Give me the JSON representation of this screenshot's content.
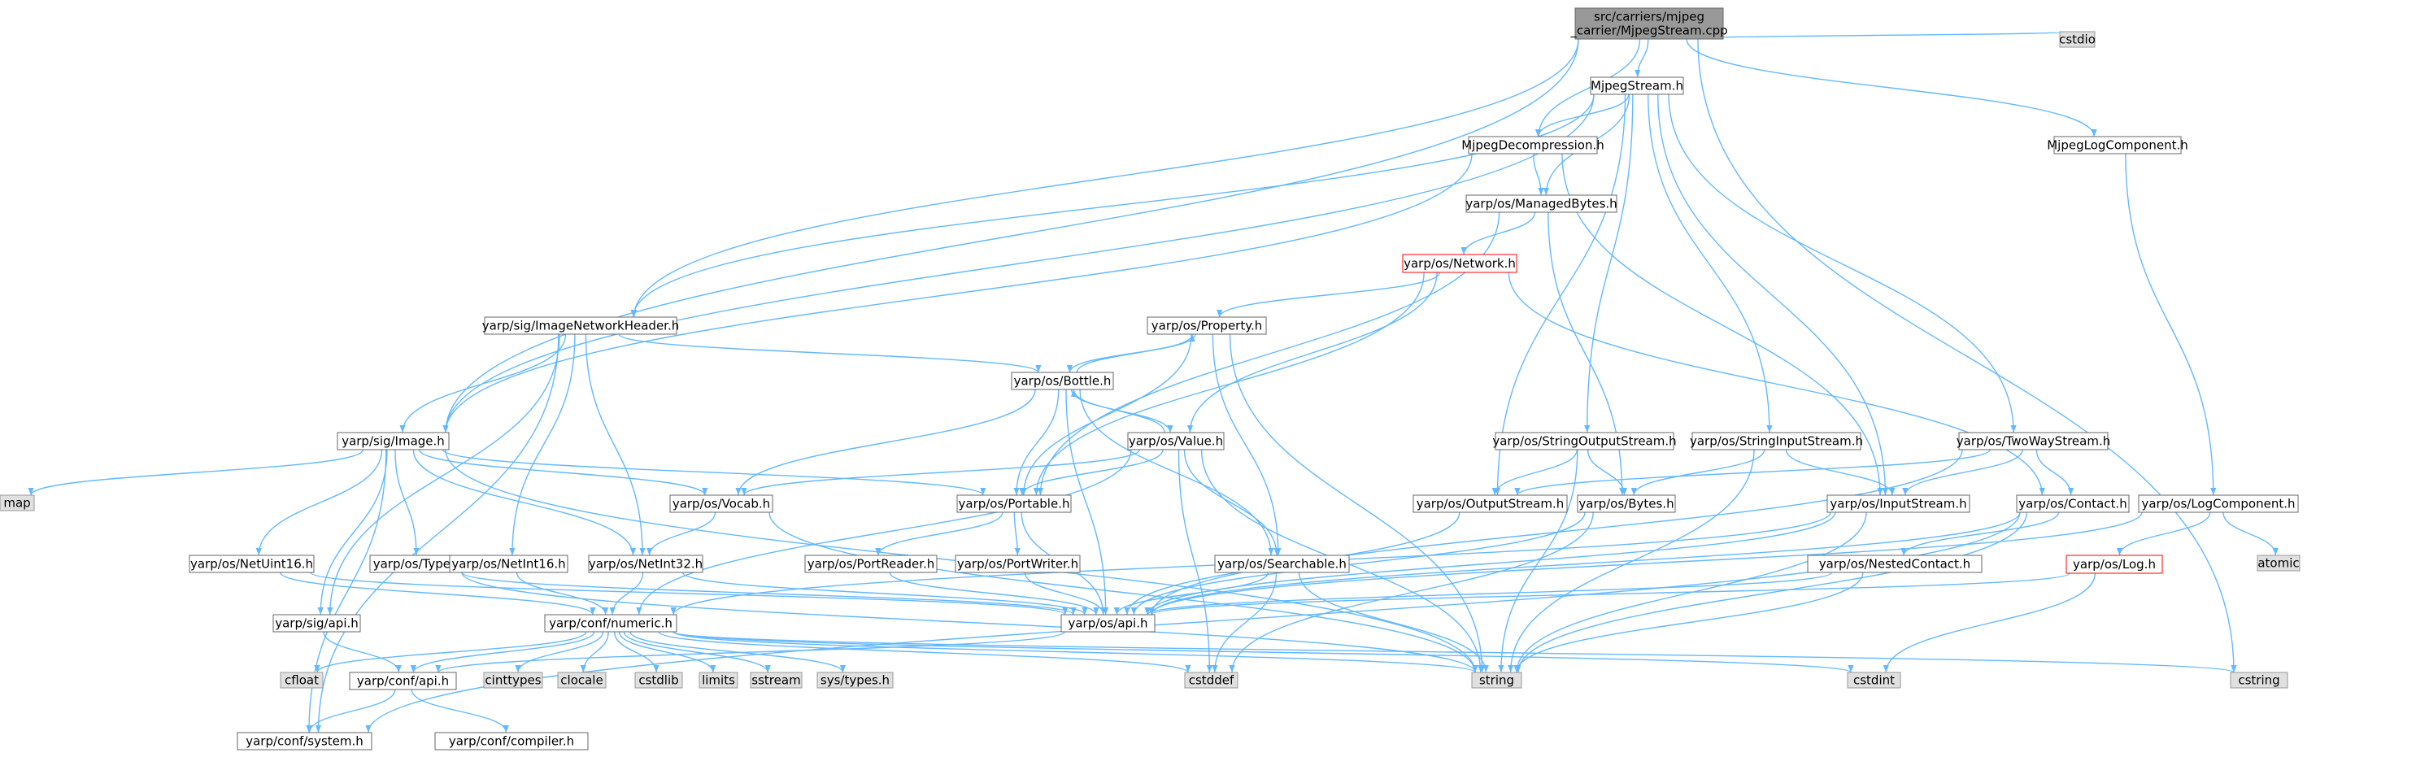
{
  "colors": {
    "edge": "#63b8ff",
    "node_fill": "#ffffff",
    "node_border": "#666666",
    "root_fill": "#999999",
    "system_fill": "#e0e0e0",
    "system_border": "#999999",
    "highlight_border": "#ff0000"
  },
  "nodes": [
    {
      "id": "root",
      "lines": [
        "src/carriers/mjpeg",
        "_carrier/MjpegStream.cpp"
      ],
      "style": "root"
    },
    {
      "id": "cstdio",
      "lines": [
        "cstdio"
      ],
      "style": "system"
    },
    {
      "id": "mjpegstream",
      "lines": [
        "MjpegStream.h"
      ],
      "style": "normal"
    },
    {
      "id": "mjpegdecomp",
      "lines": [
        "MjpegDecompression.h"
      ],
      "style": "normal"
    },
    {
      "id": "mjpeglogcomp",
      "lines": [
        "MjpegLogComponent.h"
      ],
      "style": "normal"
    },
    {
      "id": "managedbytes",
      "lines": [
        "yarp/os/ManagedBytes.h"
      ],
      "style": "normal"
    },
    {
      "id": "network",
      "lines": [
        "yarp/os/Network.h"
      ],
      "style": "highlight"
    },
    {
      "id": "imgnethdr",
      "lines": [
        "yarp/sig/ImageNetworkHeader.h"
      ],
      "style": "normal"
    },
    {
      "id": "property",
      "lines": [
        "yarp/os/Property.h"
      ],
      "style": "normal"
    },
    {
      "id": "bottle",
      "lines": [
        "yarp/os/Bottle.h"
      ],
      "style": "normal"
    },
    {
      "id": "image",
      "lines": [
        "yarp/sig/Image.h"
      ],
      "style": "normal"
    },
    {
      "id": "value",
      "lines": [
        "yarp/os/Value.h"
      ],
      "style": "normal"
    },
    {
      "id": "stroutstream",
      "lines": [
        "yarp/os/StringOutputStream.h"
      ],
      "style": "normal"
    },
    {
      "id": "strinstream",
      "lines": [
        "yarp/os/StringInputStream.h"
      ],
      "style": "normal"
    },
    {
      "id": "twowaystream",
      "lines": [
        "yarp/os/TwoWayStream.h"
      ],
      "style": "normal"
    },
    {
      "id": "map",
      "lines": [
        "map"
      ],
      "style": "system"
    },
    {
      "id": "vocab",
      "lines": [
        "yarp/os/Vocab.h"
      ],
      "style": "normal"
    },
    {
      "id": "portable",
      "lines": [
        "yarp/os/Portable.h"
      ],
      "style": "normal"
    },
    {
      "id": "outstream",
      "lines": [
        "yarp/os/OutputStream.h"
      ],
      "style": "normal"
    },
    {
      "id": "bytes",
      "lines": [
        "yarp/os/Bytes.h"
      ],
      "style": "normal"
    },
    {
      "id": "instream",
      "lines": [
        "yarp/os/InputStream.h"
      ],
      "style": "normal"
    },
    {
      "id": "contact",
      "lines": [
        "yarp/os/Contact.h"
      ],
      "style": "normal"
    },
    {
      "id": "logcomp",
      "lines": [
        "yarp/os/LogComponent.h"
      ],
      "style": "normal"
    },
    {
      "id": "netuint16",
      "lines": [
        "yarp/os/NetUint16.h"
      ],
      "style": "normal"
    },
    {
      "id": "type",
      "lines": [
        "yarp/os/Type.h"
      ],
      "style": "normal"
    },
    {
      "id": "netint16",
      "lines": [
        "yarp/os/NetInt16.h"
      ],
      "style": "normal"
    },
    {
      "id": "netint32",
      "lines": [
        "yarp/os/NetInt32.h"
      ],
      "style": "normal"
    },
    {
      "id": "portreader",
      "lines": [
        "yarp/os/PortReader.h"
      ],
      "style": "normal"
    },
    {
      "id": "portwriter",
      "lines": [
        "yarp/os/PortWriter.h"
      ],
      "style": "normal"
    },
    {
      "id": "searchable",
      "lines": [
        "yarp/os/Searchable.h"
      ],
      "style": "normal"
    },
    {
      "id": "nestedcontact",
      "lines": [
        "yarp/os/NestedContact.h"
      ],
      "style": "normal"
    },
    {
      "id": "log",
      "lines": [
        "yarp/os/Log.h"
      ],
      "style": "highlight"
    },
    {
      "id": "atomic",
      "lines": [
        "atomic"
      ],
      "style": "system"
    },
    {
      "id": "sigapi",
      "lines": [
        "yarp/sig/api.h"
      ],
      "style": "normal"
    },
    {
      "id": "numeric",
      "lines": [
        "yarp/conf/numeric.h"
      ],
      "style": "normal"
    },
    {
      "id": "osapi",
      "lines": [
        "yarp/os/api.h"
      ],
      "style": "normal"
    },
    {
      "id": "cfloat",
      "lines": [
        "cfloat"
      ],
      "style": "system"
    },
    {
      "id": "confapi",
      "lines": [
        "yarp/conf/api.h"
      ],
      "style": "normal"
    },
    {
      "id": "cinttypes",
      "lines": [
        "cinttypes"
      ],
      "style": "system"
    },
    {
      "id": "clocale",
      "lines": [
        "clocale"
      ],
      "style": "system"
    },
    {
      "id": "cstdlib",
      "lines": [
        "cstdlib"
      ],
      "style": "system"
    },
    {
      "id": "limits",
      "lines": [
        "limits"
      ],
      "style": "system"
    },
    {
      "id": "sstream",
      "lines": [
        "sstream"
      ],
      "style": "system"
    },
    {
      "id": "systypes",
      "lines": [
        "sys/types.h"
      ],
      "style": "system"
    },
    {
      "id": "cstddef",
      "lines": [
        "cstddef"
      ],
      "style": "system"
    },
    {
      "id": "string",
      "lines": [
        "string"
      ],
      "style": "system"
    },
    {
      "id": "cstdint",
      "lines": [
        "cstdint"
      ],
      "style": "system"
    },
    {
      "id": "cstring",
      "lines": [
        "cstring"
      ],
      "style": "system"
    },
    {
      "id": "confsystem",
      "lines": [
        "yarp/conf/system.h"
      ],
      "style": "normal"
    },
    {
      "id": "confcompiler",
      "lines": [
        "yarp/conf/compiler.h"
      ],
      "style": "normal"
    }
  ],
  "edges": [
    [
      "root",
      "mjpegstream"
    ],
    [
      "root",
      "cstdio"
    ],
    [
      "root",
      "mjpegdecomp"
    ],
    [
      "root",
      "mjpeglogcomp"
    ],
    [
      "root",
      "imgnethdr"
    ],
    [
      "root",
      "image"
    ],
    [
      "root",
      "cstring"
    ],
    [
      "mjpegstream",
      "mjpegdecomp"
    ],
    [
      "mjpegstream",
      "managedbytes"
    ],
    [
      "mjpegstream",
      "image"
    ],
    [
      "mjpegstream",
      "imgnethdr"
    ],
    [
      "mjpegstream",
      "stroutstream"
    ],
    [
      "mjpegstream",
      "strinstream"
    ],
    [
      "mjpegstream",
      "twowaystream"
    ],
    [
      "mjpegstream",
      "outstream"
    ],
    [
      "mjpegstream",
      "instream"
    ],
    [
      "mjpegdecomp",
      "managedbytes"
    ],
    [
      "mjpegdecomp",
      "image"
    ],
    [
      "mjpegdecomp",
      "instream"
    ],
    [
      "mjpeglogcomp",
      "logcomp"
    ],
    [
      "managedbytes",
      "network"
    ],
    [
      "managedbytes",
      "portable"
    ],
    [
      "managedbytes",
      "bytes"
    ],
    [
      "network",
      "property"
    ],
    [
      "network",
      "value"
    ],
    [
      "network",
      "contact"
    ],
    [
      "network",
      "portable"
    ],
    [
      "imgnethdr",
      "image"
    ],
    [
      "imgnethdr",
      "bottle"
    ],
    [
      "imgnethdr",
      "netint32"
    ],
    [
      "imgnethdr",
      "netint16"
    ],
    [
      "imgnethdr",
      "sigapi"
    ],
    [
      "imgnethdr",
      "confsystem"
    ],
    [
      "property",
      "bottle"
    ],
    [
      "property",
      "searchable"
    ],
    [
      "property",
      "portable"
    ],
    [
      "property",
      "string"
    ],
    [
      "bottle",
      "property"
    ],
    [
      "bottle",
      "value"
    ],
    [
      "bottle",
      "portable"
    ],
    [
      "bottle",
      "searchable"
    ],
    [
      "bottle",
      "vocab"
    ],
    [
      "bottle",
      "osapi"
    ],
    [
      "value",
      "bottle"
    ],
    [
      "value",
      "portable"
    ],
    [
      "value",
      "searchable"
    ],
    [
      "value",
      "vocab"
    ],
    [
      "value",
      "string"
    ],
    [
      "value",
      "cstddef"
    ],
    [
      "value",
      "numeric"
    ],
    [
      "image",
      "map"
    ],
    [
      "image",
      "portable"
    ],
    [
      "image",
      "vocab"
    ],
    [
      "image",
      "netuint16"
    ],
    [
      "image",
      "type"
    ],
    [
      "image",
      "netint32"
    ],
    [
      "image",
      "sigapi"
    ],
    [
      "image",
      "confsystem"
    ],
    [
      "image",
      "string"
    ],
    [
      "stroutstream",
      "outstream"
    ],
    [
      "stroutstream",
      "bytes"
    ],
    [
      "stroutstream",
      "string"
    ],
    [
      "strinstream",
      "instream"
    ],
    [
      "strinstream",
      "bytes"
    ],
    [
      "strinstream",
      "string"
    ],
    [
      "twowaystream",
      "instream"
    ],
    [
      "twowaystream",
      "outstream"
    ],
    [
      "twowaystream",
      "contact"
    ],
    [
      "twowaystream",
      "osapi"
    ],
    [
      "vocab",
      "netint32"
    ],
    [
      "vocab",
      "string"
    ],
    [
      "portable",
      "portreader"
    ],
    [
      "portable",
      "portwriter"
    ],
    [
      "portable",
      "osapi"
    ],
    [
      "outstream",
      "osapi"
    ],
    [
      "bytes",
      "osapi"
    ],
    [
      "bytes",
      "cstddef"
    ],
    [
      "instream",
      "osapi"
    ],
    [
      "instream",
      "numeric"
    ],
    [
      "instream",
      "string"
    ],
    [
      "contact",
      "nestedcontact"
    ],
    [
      "contact",
      "osapi"
    ],
    [
      "contact",
      "string"
    ],
    [
      "contact",
      "confsystem"
    ],
    [
      "logcomp",
      "log"
    ],
    [
      "logcomp",
      "atomic"
    ],
    [
      "logcomp",
      "osapi"
    ],
    [
      "netuint16",
      "numeric"
    ],
    [
      "netuint16",
      "osapi"
    ],
    [
      "type",
      "osapi"
    ],
    [
      "type",
      "string"
    ],
    [
      "netint16",
      "numeric"
    ],
    [
      "netint32",
      "numeric"
    ],
    [
      "netint32",
      "osapi"
    ],
    [
      "portreader",
      "osapi"
    ],
    [
      "portwriter",
      "osapi"
    ],
    [
      "searchable",
      "osapi"
    ],
    [
      "searchable",
      "string"
    ],
    [
      "searchable",
      "cstddef"
    ],
    [
      "nestedcontact",
      "osapi"
    ],
    [
      "nestedcontact",
      "string"
    ],
    [
      "log",
      "osapi"
    ],
    [
      "log",
      "cstdint"
    ],
    [
      "sigapi",
      "confapi"
    ],
    [
      "numeric",
      "confapi"
    ],
    [
      "numeric",
      "cfloat"
    ],
    [
      "numeric",
      "cinttypes"
    ],
    [
      "numeric",
      "clocale"
    ],
    [
      "numeric",
      "cstdlib"
    ],
    [
      "numeric",
      "limits"
    ],
    [
      "numeric",
      "sstream"
    ],
    [
      "numeric",
      "systypes"
    ],
    [
      "numeric",
      "cstddef"
    ],
    [
      "numeric",
      "string"
    ],
    [
      "numeric",
      "cstdint"
    ],
    [
      "numeric",
      "cstring"
    ],
    [
      "osapi",
      "confapi"
    ],
    [
      "confapi",
      "confsystem"
    ],
    [
      "confapi",
      "confcompiler"
    ]
  ]
}
